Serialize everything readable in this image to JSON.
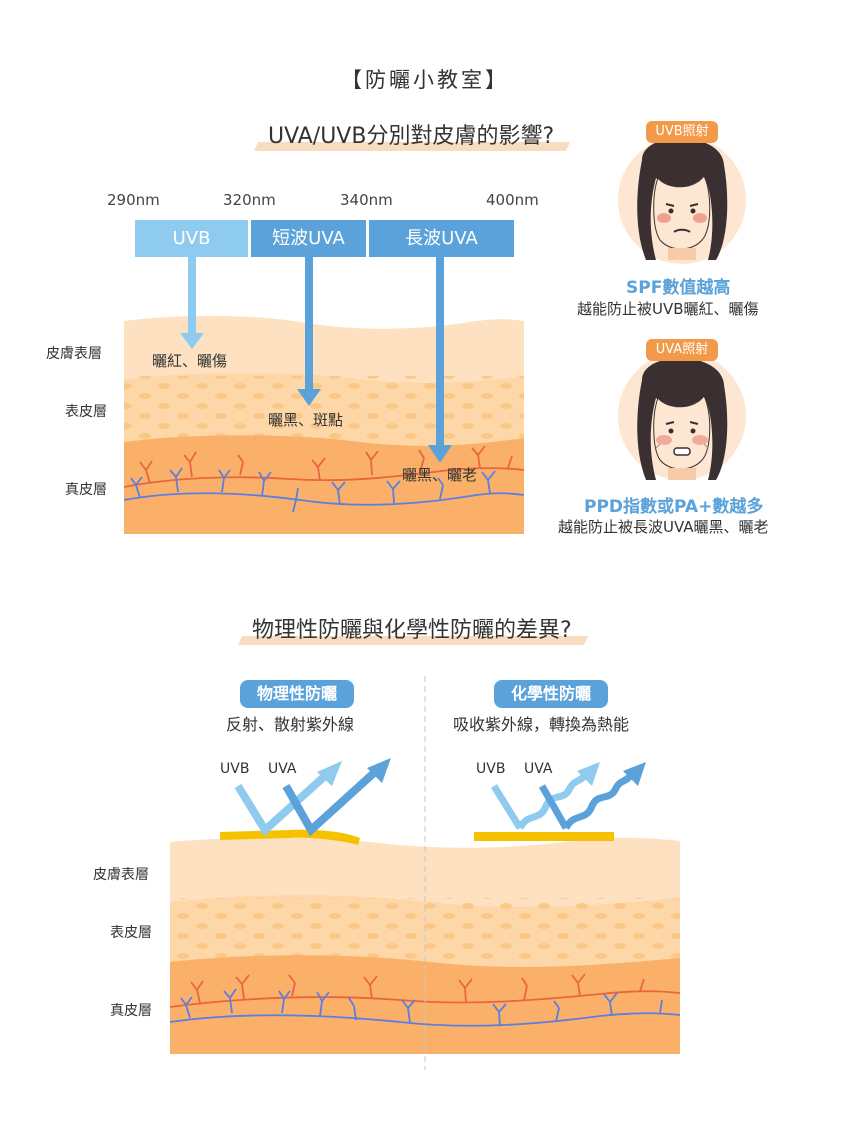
{
  "main_title": "【防曬小教室】",
  "section1": {
    "title": "UVA/UVB分別對皮膚的影響?",
    "nm_labels": [
      "290nm",
      "320nm",
      "340nm",
      "400nm"
    ],
    "bands": [
      "UVB",
      "短波UVA",
      "長波UVA"
    ],
    "layers": [
      "皮膚表層",
      "表皮層",
      "真皮層"
    ],
    "effects": [
      "曬紅、曬傷",
      "曬黑、斑點",
      "曬黑、曬老"
    ],
    "uvb_card": {
      "pill": "UVB照射",
      "title": "SPF數值越高",
      "desc": "越能防止被UVB曬紅、曬傷"
    },
    "uva_card": {
      "pill": "UVA照射",
      "title": "PPD指數或PA+數越多",
      "desc": "越能防止被長波UVA曬黑、曬老"
    }
  },
  "section2": {
    "title": "物理性防曬與化學性防曬的差異?",
    "physical": {
      "pill": "物理性防曬",
      "desc": "反射、散射紫外線",
      "uvb": "UVB",
      "uva": "UVA"
    },
    "chemical": {
      "pill": "化學性防曬",
      "desc": "吸收紫外線，轉換為熱能",
      "uvb": "UVB",
      "uva": "UVA"
    },
    "layers": [
      "皮膚表層",
      "表皮層",
      "真皮層"
    ]
  },
  "colors": {
    "uvb_light_blue": "#8ecbee",
    "uva_blue": "#5aa2d9",
    "skin_top": "#fde1c0",
    "skin_mid": "#fcc888",
    "skin_bottom": "#fbb06a",
    "sunscreen_yellow": "#f6c200",
    "pill_orange": "#f39a4a"
  }
}
